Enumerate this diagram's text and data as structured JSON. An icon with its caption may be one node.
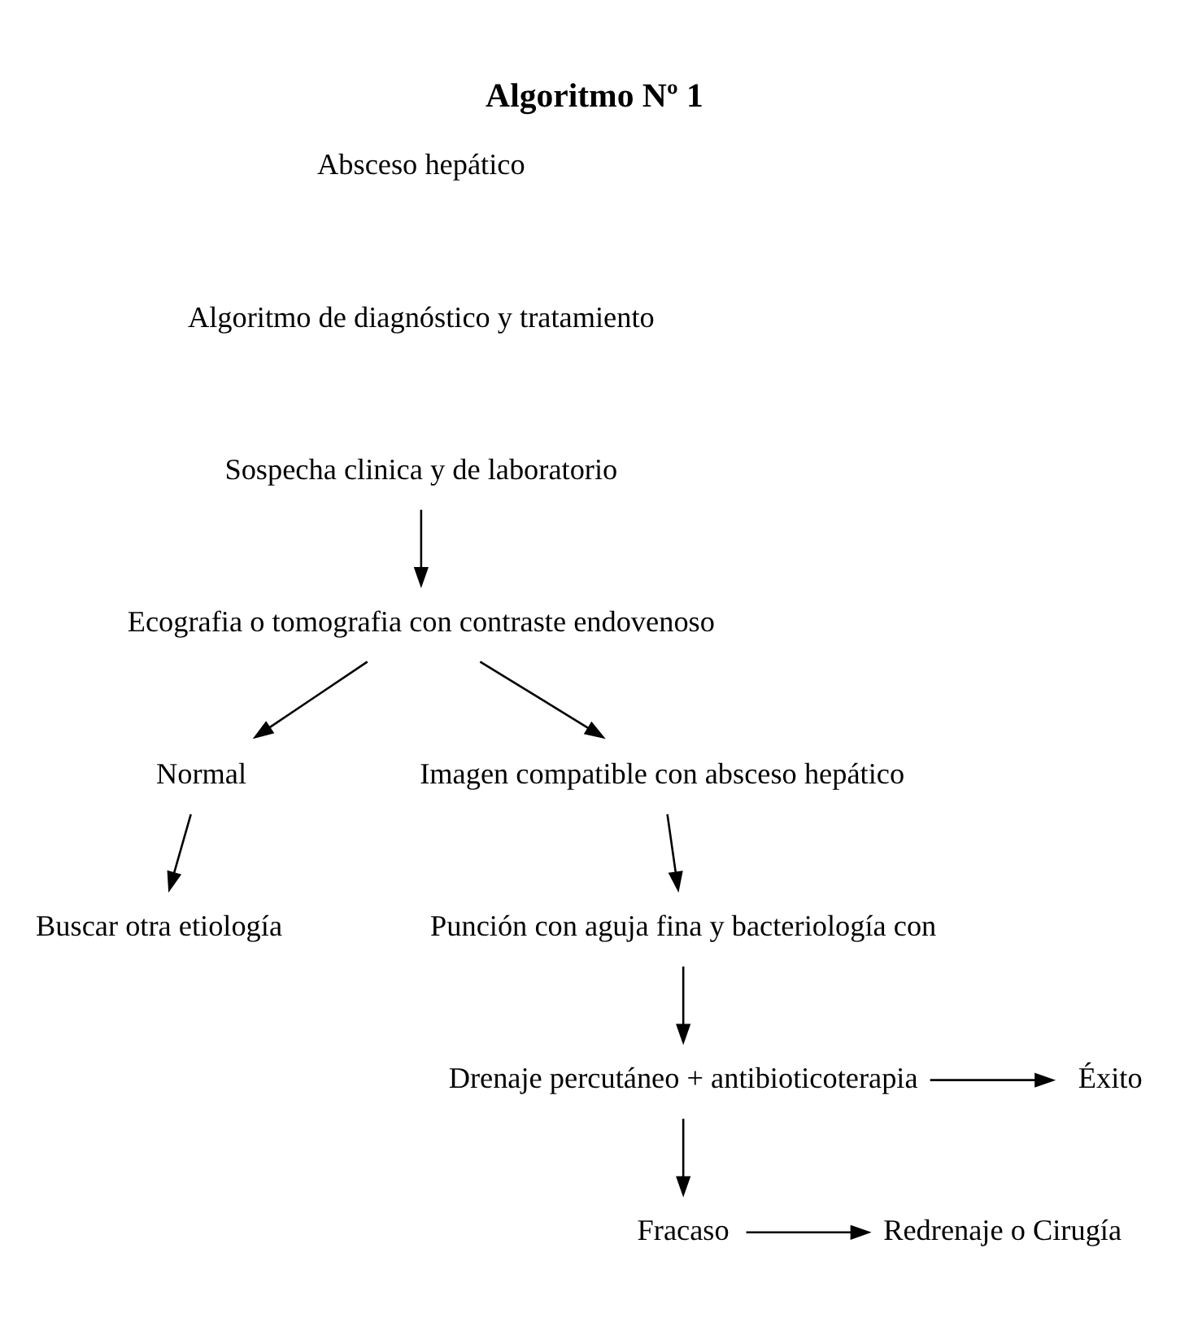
{
  "diagram": {
    "title": "Algoritmo Nº 1",
    "nodes": [
      {
        "text": [
          "Sospecha clinica y de laboratorio"
        ]
      },
      {
        "text": [
          "Ecografia o tomografia con contraste endovenoso"
        ]
      },
      {
        "text": [
          "Normal"
        ]
      },
      {
        "text": [
          "Imagen compatible con absceso hepático"
        ]
      },
      {
        "text": [
          "Buscar otra etiología"
        ]
      },
      {
        "text": [
          "Punción con aguja fina y bacteriología con"
        ]
      },
      {
        "text": [
          "Éxito"
        ]
      },
      {
        "text": [
          "Drenaje percutáneo + antibioticoterapia"
        ]
      },
      {
        "text": [
          "Redrenaje o Cirugía"
        ]
      },
      {
        "text": [
          "Fracaso"
        ]
      }
    ],
    "edges": [
      {
        "from": 0,
        "to": 1,
        "arrow": "to"
      },
      {
        "from": 1,
        "to": 2,
        "arrow": "to"
      },
      {
        "from": 1,
        "to": 3,
        "arrow": "to"
      },
      {
        "from": 2,
        "to": 4,
        "arrow": "to"
      },
      {
        "from": 3,
        "to": 5,
        "arrow": "to"
      },
      {
        "from": 5,
        "to": 7,
        "arrow": "to"
      },
      {
        "from": 7,
        "to": 6,
        "arrow": "to"
      },
      {
        "from": 7,
        "to": 9,
        "arrow": "to"
      },
      {
        "from": 9,
        "to": 8,
        "arrow": "to"
      }
    ],
    "labels": [
      "Absceso hepático",
      "Algoritmo de diagnóstico y tratamiento"
    ]
  }
}
